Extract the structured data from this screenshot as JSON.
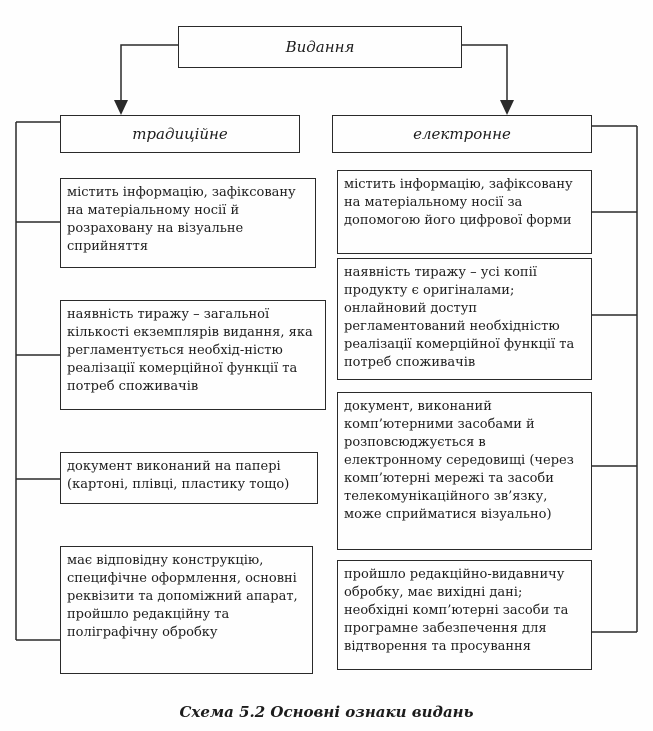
{
  "root": {
    "label": "Видання"
  },
  "left": {
    "header": "традиційне",
    "items": [
      "містить інформацію, зафіксовану на матеріальному носії й розраховану на візуальне сприйняття",
      "наявність тиражу – загальної кількості екземплярів видання, яка регламентується необхід-ністю реалізації комерційної функції та потреб споживачів",
      "документ виконаний на папері (картоні, плівці, пластику тощо)",
      "має відповідну конструкцію, специфічне оформлення, основні реквізити та допоміжний апарат, пройшло редакційну та поліграфічну обробку"
    ]
  },
  "right": {
    "header": "електронне",
    "items": [
      "містить інформацію, зафіксовану на матеріальному носії за допомогою його цифрової форми",
      "наявність тиражу – усі копії продукту є оригіналами; онлайновий доступ регламентований необхідністю реалізації комерційної функції та потреб споживачів",
      "документ, виконаний комп’ютерними засобами й розповсюджується в електронному середовищі (через комп’ютерні мережі та засоби телекомунікаційного зв’язку, може сприйматися візуально)",
      "пройшло редакційно-видавничу обробку, має вихідні дані; необхідні комп’ютерні засоби та програмне забезпечення для відтворення та просування"
    ]
  },
  "caption": "Схема 5.2 Основні ознаки видань"
}
